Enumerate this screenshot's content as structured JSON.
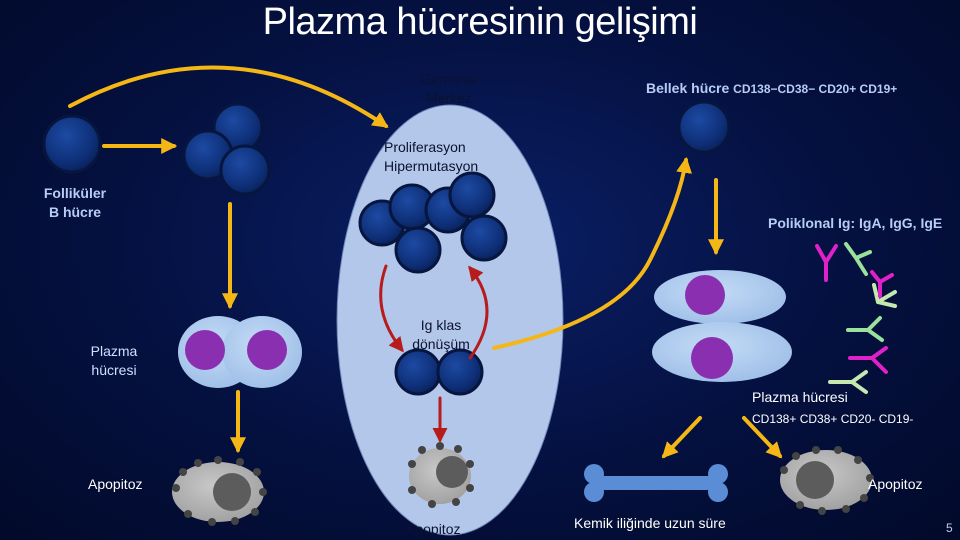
{
  "title": "Plazma hücresinin gelişimi",
  "labels": {
    "germinal_line1": "Germinal",
    "germinal_line2": "Merkez",
    "bellek_hucre": "Bellek hücre",
    "memory_markers": "CD138−CD38−  CD20+ CD19+",
    "proliferasyon": "Proliferasyon",
    "hipermutasyon": "Hipermutasyon",
    "follikuler_line1": "Folliküler",
    "follikuler_line2": "B hücre",
    "poliklonal": "Poliklonal Ig: IgA, IgG, IgE",
    "ig_klas_line1": "Ig klas",
    "ig_klas_line2": "dönüşüm",
    "plazma_left_line1": "Plazma",
    "plazma_left_line2": "hücresi",
    "plazma_right": "Plazma hücresi",
    "plasma_markers": "CD138+ CD38+ CD20- CD19-",
    "apopitoz_left": "Apopitoz",
    "apopitoz_center": "Apopitoz",
    "apopitoz_right": "Apopitoz",
    "kemik_iligi": "Kemik iliğinde uzun süre",
    "page_number": "5"
  },
  "colors": {
    "background": "#04103f",
    "b_cell": "#123a8c",
    "germinal_center": "#b3c7ea",
    "plasma_cytoplasm": "#a9c7ec",
    "plasma_nucleus": "#8a2fb0",
    "arrow_yellow": "#f5b716",
    "arrow_red": "#b71c1c",
    "antibody_pink": "#e020c8",
    "antibody_green": "#9be09b",
    "antibody_lightgreen": "#c5e8b0",
    "bone_blue": "#5b8dd6"
  }
}
